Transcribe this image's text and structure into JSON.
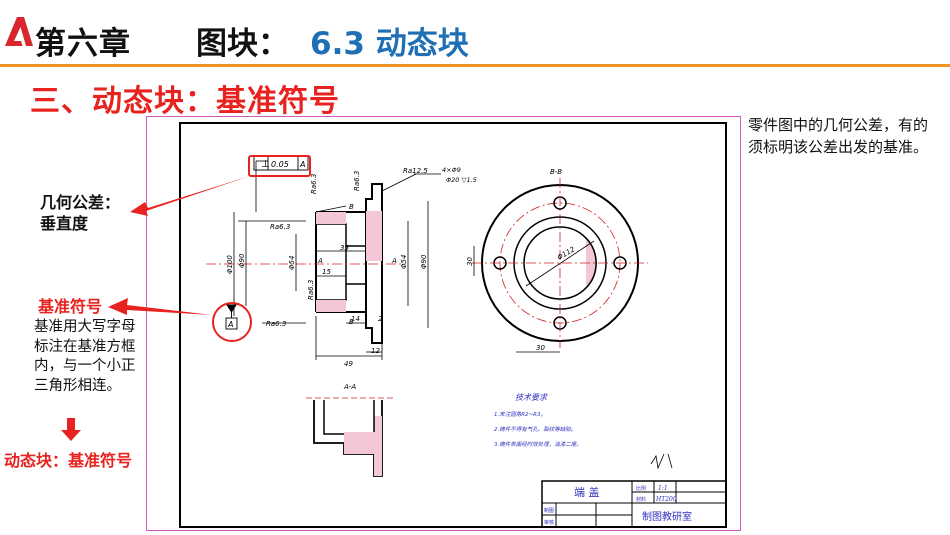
{
  "header": {
    "logo": "autocad-a-icon",
    "chapter": "第六章",
    "topic": "图块：",
    "section": "6.3  动态块"
  },
  "subtitle": "三、动态块：基准符号",
  "right_note": "零件图中的几何公差，有的须标明该公差出发的基准。",
  "left_labels": {
    "geo_tolerance": "几何公差：\n垂直度",
    "datum_symbol": "基准符号",
    "datum_desc": "基准用大写字母标注在基准方框内，与一个小正三角形相连。",
    "bottom": "动态块：基准符号"
  },
  "drawing": {
    "fcf": {
      "symbol": "⊥",
      "value": "0.05",
      "datum": "A"
    },
    "roughness": [
      "Ra6.3",
      "Ra6.3",
      "Ra6.3",
      "Ra6.3",
      "Ra12.5",
      "Ra6.3"
    ],
    "hole_note": [
      "4×Φ9",
      "Φ20 ▽1.5"
    ],
    "dims": {
      "d100": "Φ100",
      "d90": "Φ90",
      "d54a": "Φ54",
      "d90b": "Φ90",
      "d54b": "Φ54",
      "d112": "Φ112",
      "n35": "35",
      "n15": "15",
      "n14": "14",
      "n2": "2",
      "n49": "49",
      "n12": "12",
      "n30a": "30",
      "n30b": "30"
    },
    "section_BB": "B-B",
    "section_AA": "A-A",
    "A": "A",
    "B": "B",
    "tech_title": "技术要求",
    "tech_lines": [
      "1.未注圆角R2~R3。",
      "2.铸件不得有气孔、裂纹等缺陷。",
      "3.铸件表面经时效处理，油漆二度。"
    ],
    "title_block": {
      "part": "端  盖",
      "scale_label": "比例",
      "scale": "1:1",
      "material_label": "材料",
      "material": "HT200",
      "draw_label": "制图",
      "check_label": "审核",
      "org": "制图教研室"
    },
    "datum_box": "A"
  },
  "colors": {
    "accent_red": "#e8231f",
    "accent_blue": "#1f6fb5",
    "orange": "#f29424",
    "frame_pink": "#d05ac0"
  }
}
